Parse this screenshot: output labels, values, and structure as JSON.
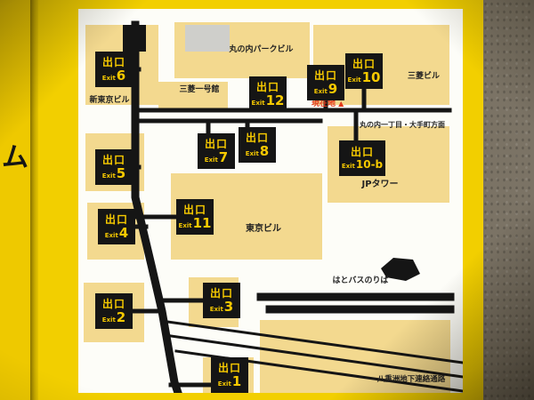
{
  "photo": {
    "left_sign_text": "ム"
  },
  "sign": {
    "labels": {
      "shin_tokyo": "新東京ビル",
      "marunouchi_park": "丸の内パークビル",
      "mitsubishi": "三菱ビル",
      "mitsubishi_ichigokan": "三菱一号館",
      "jp_tower": "JPタワー",
      "tokyo_building": "東京ビル",
      "hato_bus": "はとバスのりば",
      "yaesu": "八重洲地下連絡通路",
      "current_location": "現在地",
      "current_marker": "▲",
      "direction": "丸の内一丁目・大手町方面"
    },
    "exits": {
      "e1": {
        "jp": "出口",
        "en": "Exit",
        "no": "1"
      },
      "e2": {
        "jp": "出口",
        "en": "Exit",
        "no": "2"
      },
      "e3": {
        "jp": "出口",
        "en": "Exit",
        "no": "3"
      },
      "e4": {
        "jp": "出口",
        "en": "Exit",
        "no": "4"
      },
      "e5": {
        "jp": "出口",
        "en": "Exit",
        "no": "5"
      },
      "e6": {
        "jp": "出口",
        "en": "Exit",
        "no": "6"
      },
      "e7": {
        "jp": "出口",
        "en": "Exit",
        "no": "7"
      },
      "e8": {
        "jp": "出口",
        "en": "Exit",
        "no": "8"
      },
      "e9": {
        "jp": "出口",
        "en": "Exit",
        "no": "9"
      },
      "e10": {
        "jp": "出口",
        "en": "Exit",
        "no": "10"
      },
      "e10b": {
        "jp": "出口",
        "en": "Exit",
        "no": "10-b"
      },
      "e11": {
        "jp": "出口",
        "en": "Exit",
        "no": "11"
      },
      "e12": {
        "jp": "出口",
        "en": "Exit",
        "no": "12"
      }
    },
    "colors": {
      "sign_yellow": "#f2cf00",
      "building_tan": "#f3d98f",
      "badge_black": "#151515",
      "badge_text": "#f6c900",
      "current_red": "#e23a1e"
    }
  }
}
